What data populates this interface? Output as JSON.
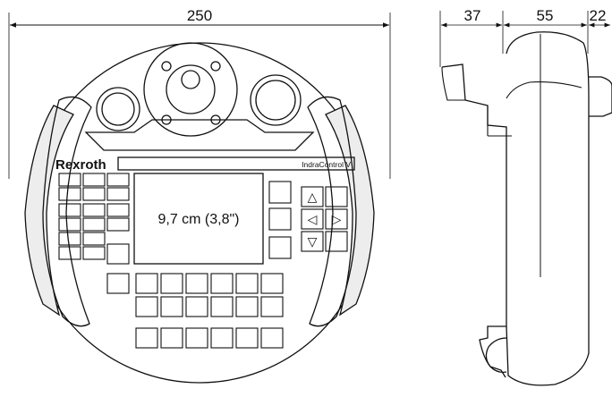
{
  "dimensions": {
    "front_width": "250",
    "side_depth_left": "37",
    "side_depth_mid": "55",
    "side_depth_right": "22"
  },
  "front_view": {
    "brand": "Rexroth",
    "product": "IndraControl V",
    "display_label": "9,7 cm (3,8\")",
    "nav_keys": [
      "△",
      "◁",
      "▷",
      "▽"
    ]
  }
}
